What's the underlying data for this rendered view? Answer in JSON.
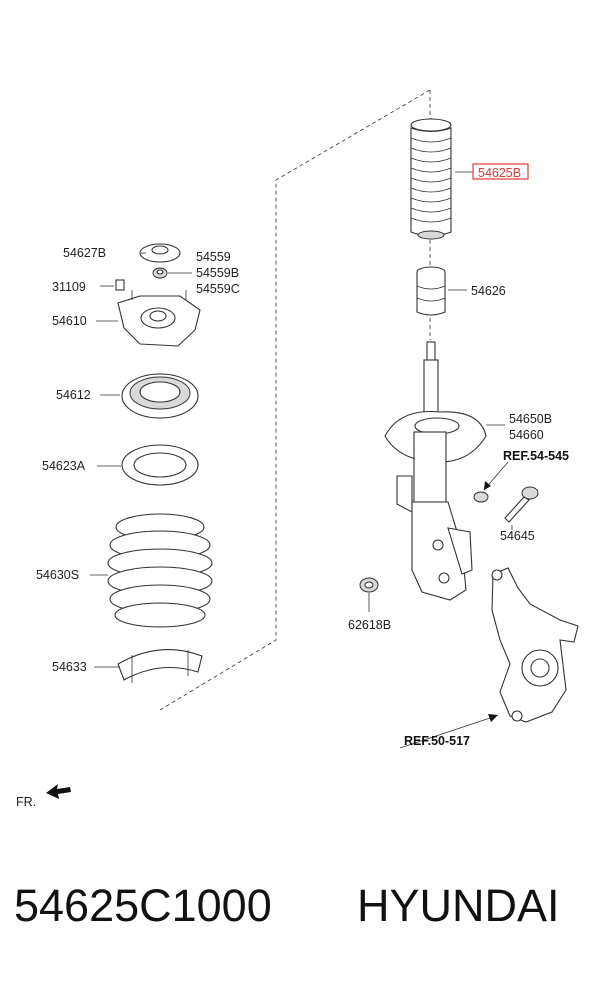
{
  "labels": {
    "p54627B": "54627B",
    "p31109": "31109",
    "p54610": "54610",
    "p54559": "54559",
    "p54559B": "54559B",
    "p54559C": "54559C",
    "p54612": "54612",
    "p54623A": "54623A",
    "p54630S": "54630S",
    "p54633": "54633",
    "p54625B": "54625B",
    "p54626": "54626",
    "p54650B": "54650B",
    "p54660": "54660",
    "ref54545": "REF.54-545",
    "p54645": "54645",
    "p62618B": "62618B",
    "ref50517": "REF.50-517",
    "fr": "FR."
  },
  "caption": {
    "part_number": "54625C1000",
    "brand": "HYUNDAI"
  },
  "colors": {
    "highlight": "#e53935",
    "line": "#333333",
    "text": "#222222"
  }
}
